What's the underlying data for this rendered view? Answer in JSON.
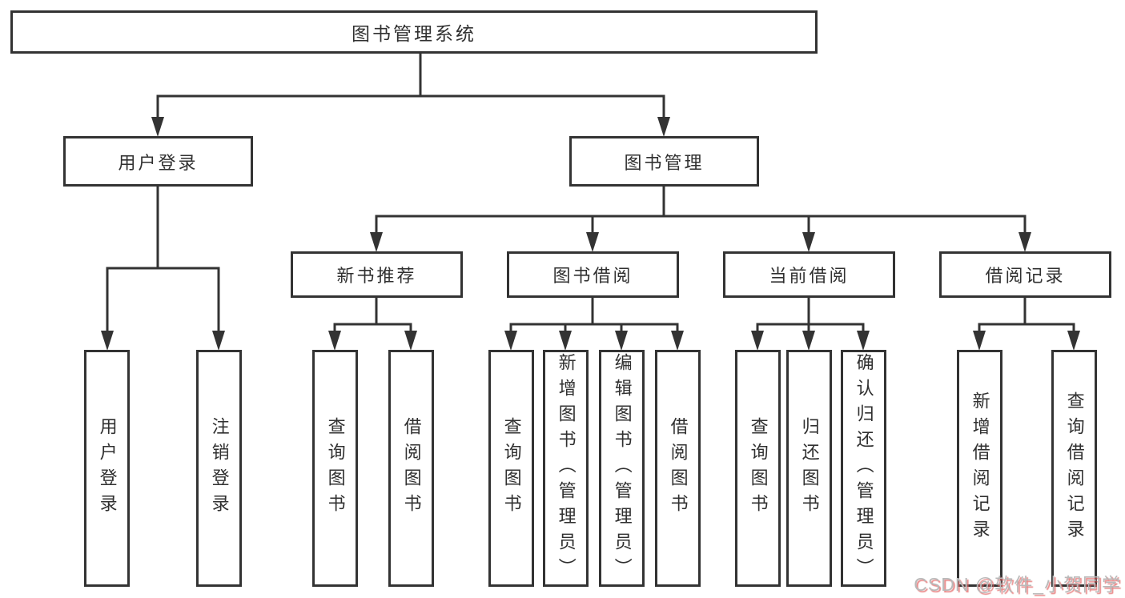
{
  "diagram": {
    "root": "图书管理系统",
    "level2": {
      "user": {
        "label": "用户登录",
        "children": [
          "用户登录",
          "注销登录"
        ]
      },
      "books": {
        "label": "图书管理",
        "sections": [
          {
            "label": "新书推荐",
            "children": [
              "查询图书",
              "借阅图书"
            ]
          },
          {
            "label": "图书借阅",
            "children": [
              "查询图书",
              "新增图书（管理员）",
              "编辑图书（管理员）",
              "借阅图书"
            ]
          },
          {
            "label": "当前借阅",
            "children": [
              "查询图书",
              "归还图书",
              "确认归还（管理员）"
            ]
          },
          {
            "label": "借阅记录",
            "children": [
              "新增借阅记录",
              "查询借阅记录"
            ]
          }
        ]
      }
    }
  },
  "watermark": "CSDN @软件_小贺同学",
  "colors": {
    "line": "#333333",
    "text": "#303030",
    "background": "#ffffff",
    "watermark_text": "#b9b9b9",
    "watermark_shadow": "#e25f5f"
  }
}
